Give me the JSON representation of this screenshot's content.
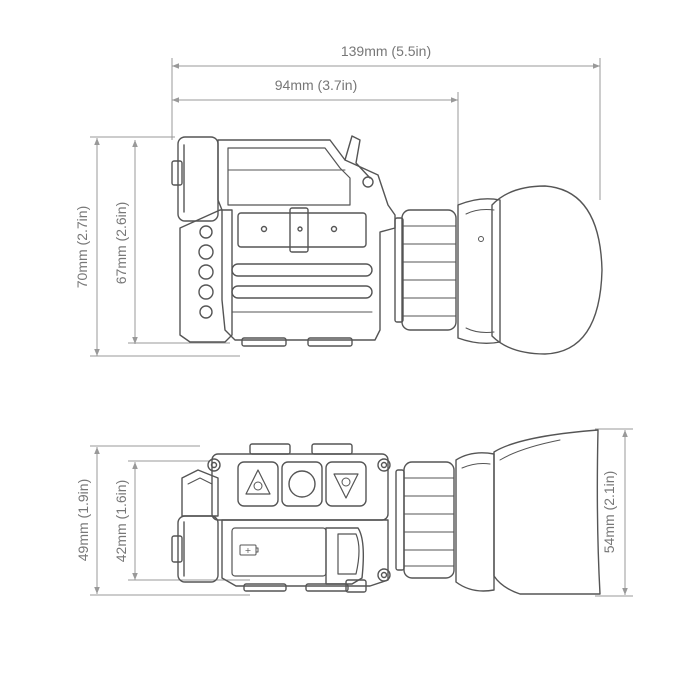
{
  "colors": {
    "outline": "#555555",
    "dimension": "#999999",
    "text": "#777777",
    "fill": "#ffffff",
    "detail": "#888888"
  },
  "dimensions": {
    "overall_length": "139mm (5.5in)",
    "body_length": "94mm (3.7in)",
    "side_height_outer": "70mm (2.7in)",
    "side_height_inner": "67mm (2.6in)",
    "top_width_outer": "49mm (1.9in)",
    "top_width_inner": "42mm (1.6in)",
    "eyecup_width": "54mm (2.1in)"
  },
  "battery_label": "+"
}
